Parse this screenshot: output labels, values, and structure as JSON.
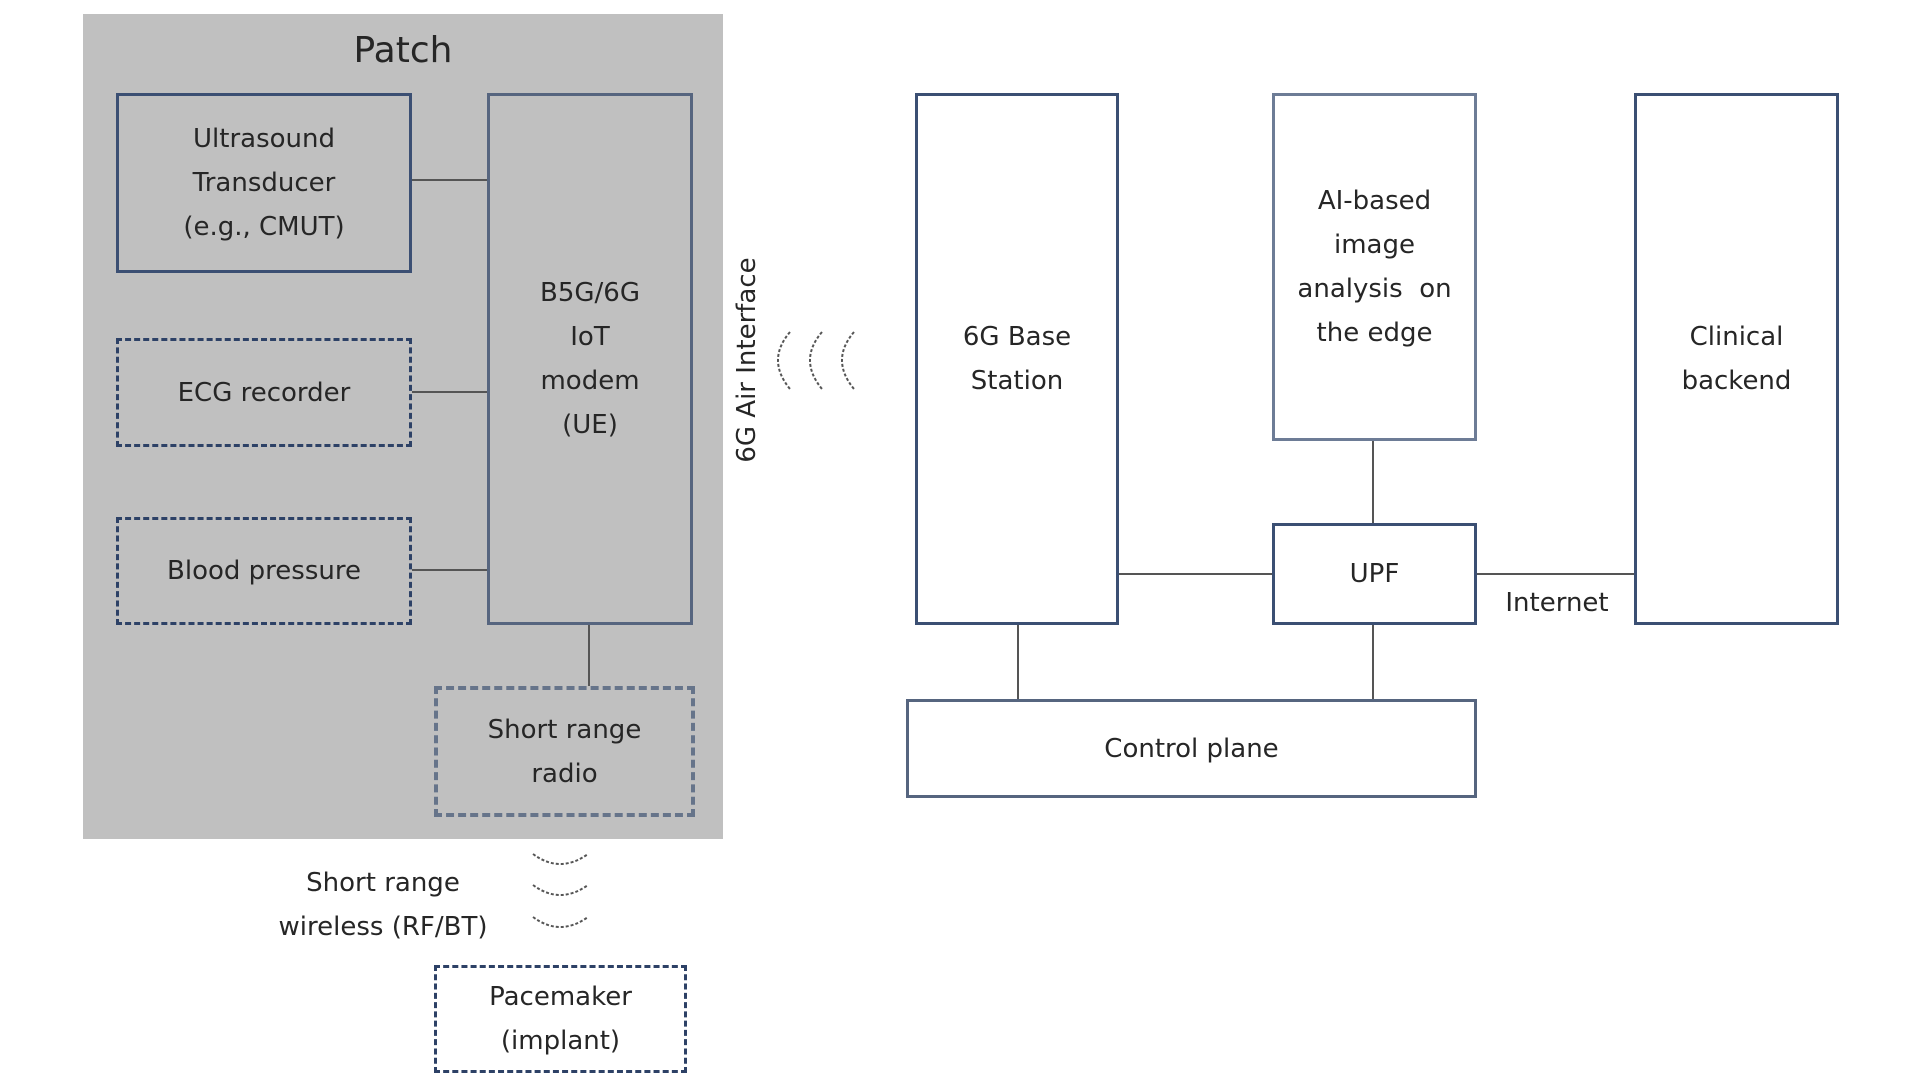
{
  "patch": {
    "title": "Patch",
    "ultrasound": [
      "Ultrasound",
      "Transducer",
      "(e.g., CMUT)"
    ],
    "ecg": [
      "ECG recorder"
    ],
    "blood_pressure": [
      "Blood pressure"
    ],
    "modem": [
      "B5G/6G",
      "IoT",
      "modem",
      "(UE)"
    ],
    "short_range_radio": [
      "Short range",
      "radio"
    ]
  },
  "air_interface_label": "6G Air Interface",
  "short_range_wireless_label": [
    "Short range",
    "wireless (RF/BT)"
  ],
  "pacemaker": [
    "Pacemaker",
    "(implant)"
  ],
  "network": {
    "base_station": [
      "6G Base",
      "Station"
    ],
    "ai_edge": [
      "AI-based",
      "image",
      "analysis  on",
      "the edge"
    ],
    "upf": [
      "UPF"
    ],
    "clinical_backend": [
      "Clinical",
      "backend"
    ],
    "control_plane": [
      "Control plane"
    ],
    "internet_label": "Internet"
  },
  "colors": {
    "patch_background": "#c0c0c0",
    "box_border": "#3b4f73",
    "connector": "#555555"
  }
}
